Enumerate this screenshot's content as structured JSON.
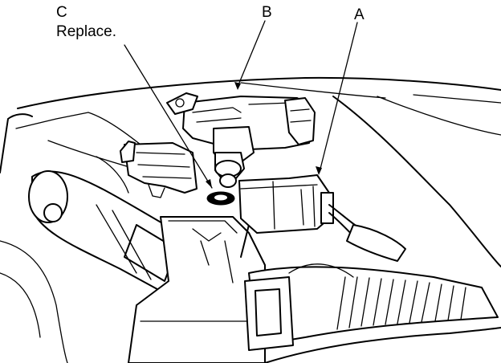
{
  "callouts": {
    "a": {
      "letter": "A"
    },
    "b": {
      "letter": "B"
    },
    "c": {
      "letter": "C",
      "note": "Replace."
    }
  },
  "colors": {
    "line": "#000000",
    "background": "#ffffff"
  }
}
